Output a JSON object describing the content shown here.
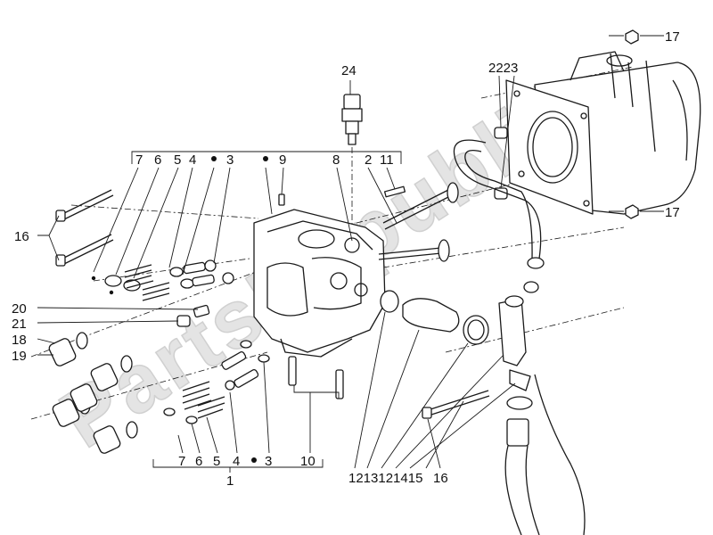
{
  "watermark": {
    "text": "PartsRepublik"
  },
  "callouts": [
    {
      "id": "c17a",
      "text": "17"
    },
    {
      "id": "c17b",
      "text": "17"
    },
    {
      "id": "c24",
      "text": "24"
    },
    {
      "id": "c2223",
      "text": "2223"
    },
    {
      "id": "c7t",
      "text": "7"
    },
    {
      "id": "c6t",
      "text": "6"
    },
    {
      "id": "c5t",
      "text": "5"
    },
    {
      "id": "c4t",
      "text": "4"
    },
    {
      "id": "c3t",
      "text": "3"
    },
    {
      "id": "c9t",
      "text": "9"
    },
    {
      "id": "c8t",
      "text": "8"
    },
    {
      "id": "c2t",
      "text": "2"
    },
    {
      "id": "c11t",
      "text": "11"
    },
    {
      "id": "c16a",
      "text": "16"
    },
    {
      "id": "c20",
      "text": "20"
    },
    {
      "id": "c21",
      "text": "21"
    },
    {
      "id": "c18",
      "text": "18"
    },
    {
      "id": "c19",
      "text": "19"
    },
    {
      "id": "c7b",
      "text": "7"
    },
    {
      "id": "c6b",
      "text": "6"
    },
    {
      "id": "c5b",
      "text": "5"
    },
    {
      "id": "c4b",
      "text": "4"
    },
    {
      "id": "c3b",
      "text": "3"
    },
    {
      "id": "c10",
      "text": "10"
    },
    {
      "id": "c1",
      "text": "1"
    },
    {
      "id": "cbottom",
      "text": "1213121415"
    },
    {
      "id": "c16b",
      "text": "16"
    }
  ]
}
